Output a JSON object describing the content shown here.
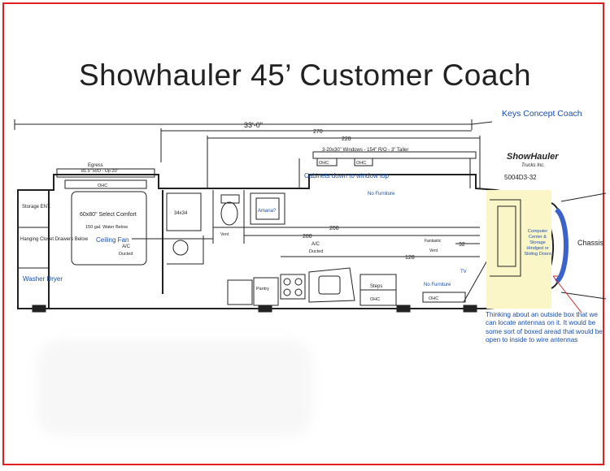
{
  "title": "Showhauler 45’ Customer Coach",
  "subtitle": "Keys Concept Coach",
  "logo": {
    "line1": "ShowHauler",
    "line2": "Trucks Inc."
  },
  "model_number": "5004D3-32",
  "dimensions": {
    "overall": "33'-0\"",
    "d270": "270",
    "d228": "228",
    "d208": "208",
    "d288": "288",
    "d32": "32",
    "d128": "128"
  },
  "egress": {
    "label": "Egress",
    "spec": "81.5\" R/O - Up 20\""
  },
  "windows_spec": "3-20x30\" Windows - 154\" R/O - 3\" Taller",
  "labels": {
    "ohc": "OHC",
    "bed": "60x80\" Select Comfort",
    "water": "150 gal. Water Below",
    "ac": "A/C",
    "ducted": "Ducted",
    "ceiling_fan": "Ceiling Fan",
    "storage": "Storage ENT.",
    "closet": "Hanging Closet Drawers Below",
    "washer": "Washer Dryer",
    "shower": "34x34",
    "amana": "Amana?",
    "cabinets": "Cabinets down to window top",
    "no_furniture": "No Furniture",
    "vent": "Vent",
    "fantastic": "Fantastic",
    "pantry": "Pantry",
    "steps": "Steps",
    "tv": "TV",
    "computer_center": "Computer Center & Storage Hindged or Sliding Doors",
    "chassis": "Chassis"
  },
  "note": "Thinking about an outside box that we can locate antennas on it.  It would be some sort of boxed aread that would be open to inside to wire antennas",
  "colors": {
    "border": "#e02020",
    "annotation": "#1a4fb0",
    "computer_center": "#fbf6c8",
    "windshield": "#3a62c9"
  }
}
